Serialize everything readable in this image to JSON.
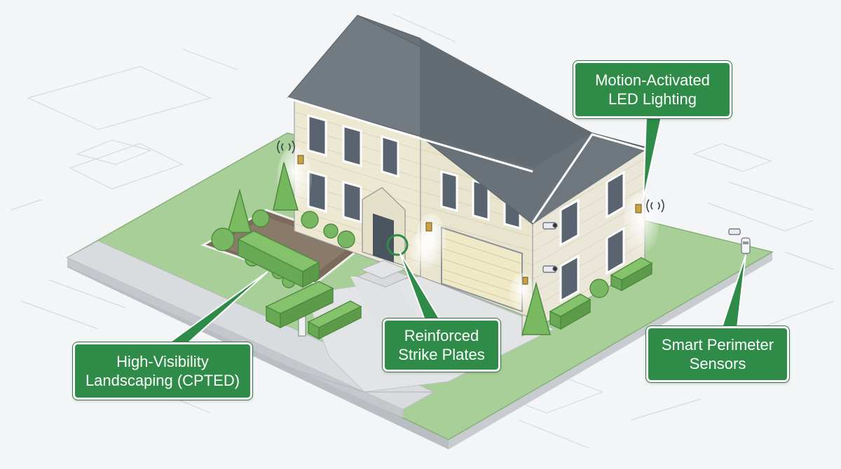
{
  "callouts": {
    "lighting": [
      "Motion-Activated",
      "LED Lighting"
    ],
    "landscaping": [
      "High-Visibility",
      "Landscaping (CPTED)"
    ],
    "strike_plates": [
      "Reinforced",
      "Strike Plates"
    ],
    "sensors": [
      "Smart Perimeter",
      "Sensors"
    ]
  },
  "colors": {
    "callout_green": "#2f8c48",
    "lawn": "#a9cf98",
    "roof": "#6c7379",
    "siding": "#ece8d2",
    "background": "#f3f5f7"
  },
  "icons": [
    "wall-light-icon",
    "security-camera-icon",
    "motion-sensor-icon",
    "wifi-signal-icon"
  ]
}
